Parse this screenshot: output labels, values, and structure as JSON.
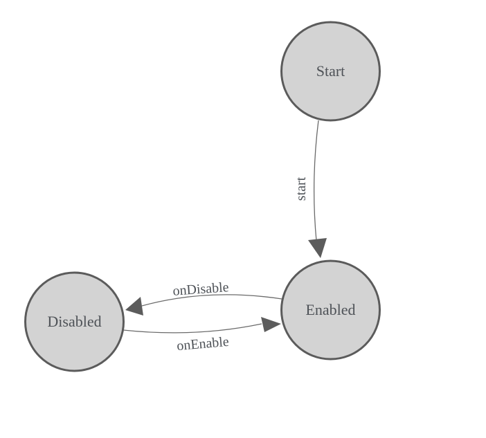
{
  "diagram": {
    "type": "state-machine",
    "nodes": [
      {
        "id": "start",
        "label": "Start"
      },
      {
        "id": "enabled",
        "label": "Enabled"
      },
      {
        "id": "disabled",
        "label": "Disabled"
      }
    ],
    "edges": [
      {
        "from": "Start",
        "to": "Enabled",
        "label": "start"
      },
      {
        "from": "Enabled",
        "to": "Disabled",
        "label": "onDisable"
      },
      {
        "from": "Disabled",
        "to": "Enabled",
        "label": "onEnable"
      }
    ],
    "colors": {
      "background": "#ffffff",
      "node_fill": "#d3d3d3",
      "node_stroke": "#5b5b5b",
      "edge_stroke": "#6a6a6a",
      "arrow_fill": "#5c5c5c",
      "label_text": "#4e5257"
    }
  }
}
